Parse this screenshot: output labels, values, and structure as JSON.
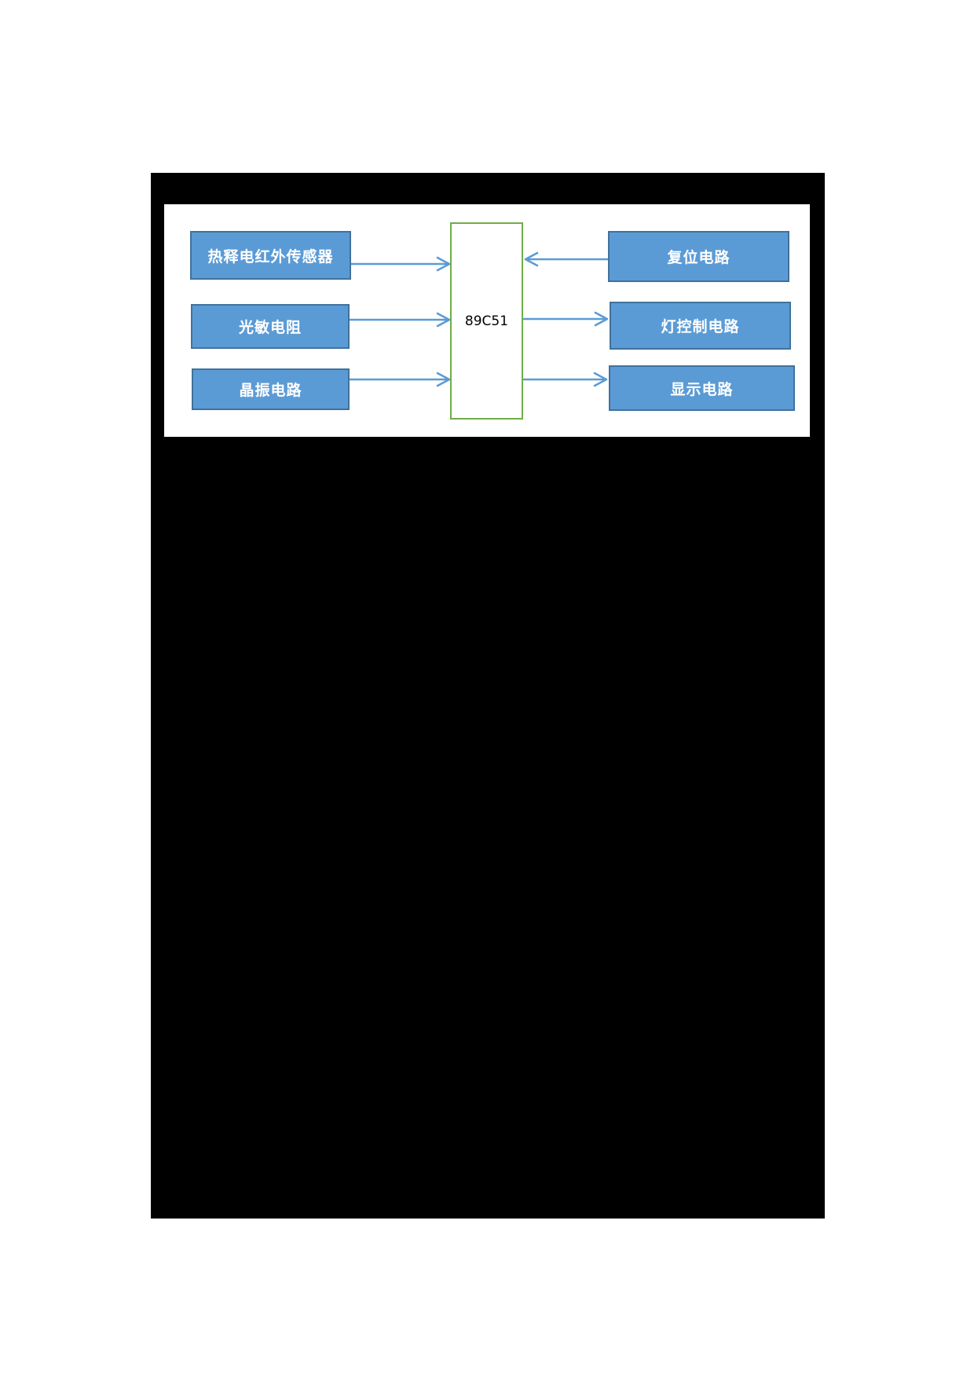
{
  "page": {
    "background_color": "#FFFFFF",
    "masked_region_color": "#000000"
  },
  "diagram": {
    "chip": {
      "label": "89C51"
    },
    "inputs": [
      {
        "label": "热释电红外传感器",
        "direction": "to-chip"
      },
      {
        "label": "光敏电阻",
        "direction": "to-chip"
      },
      {
        "label": "晶振电路",
        "direction": "to-chip"
      }
    ],
    "right_nodes": [
      {
        "label": "复位电路",
        "direction": "to-chip"
      },
      {
        "label": "灯控制电路",
        "direction": "from-chip"
      },
      {
        "label": "显示电路",
        "direction": "from-chip"
      }
    ],
    "colors": {
      "box_fill": "#5B9BD5",
      "box_border": "#41719C",
      "chip_border": "#70AD47",
      "arrow": "#5B9BD5",
      "label_text": "#FFFFFF",
      "chip_text": "#000000"
    }
  }
}
